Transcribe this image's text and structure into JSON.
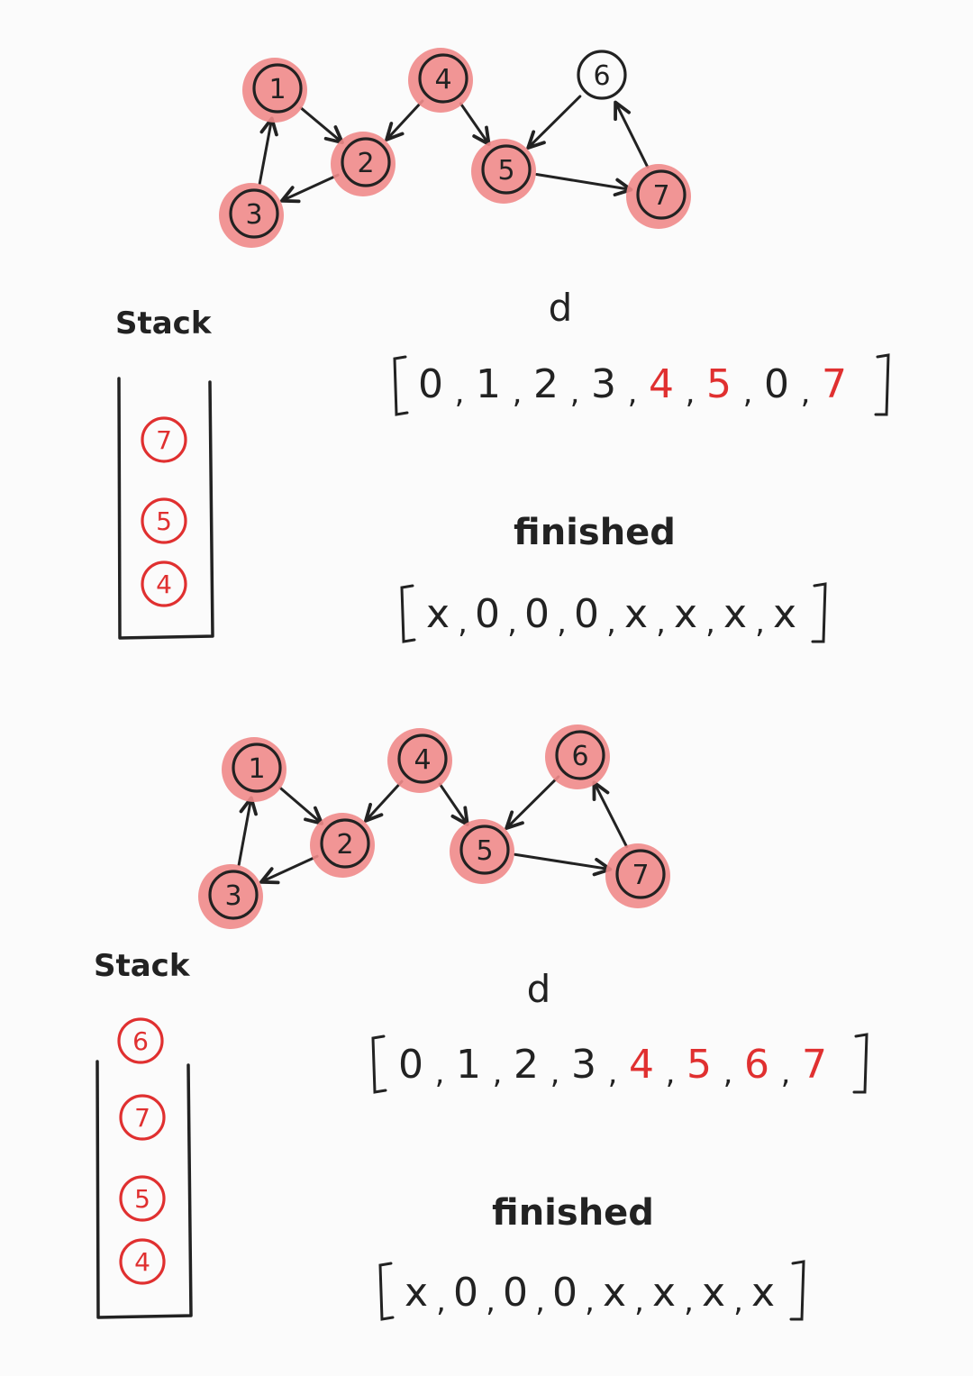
{
  "colors": {
    "ink": "#222222",
    "accent_red": "#e03030",
    "visited_fill": "#f08a8a",
    "background": "#fbfbfb"
  },
  "panels": [
    {
      "graph": {
        "nodes": [
          {
            "id": "1",
            "label": "1",
            "visited": true
          },
          {
            "id": "2",
            "label": "2",
            "visited": true
          },
          {
            "id": "3",
            "label": "3",
            "visited": true
          },
          {
            "id": "4",
            "label": "4",
            "visited": true
          },
          {
            "id": "5",
            "label": "5",
            "visited": true
          },
          {
            "id": "6",
            "label": "6",
            "visited": false
          },
          {
            "id": "7",
            "label": "7",
            "visited": true
          }
        ],
        "edges": [
          {
            "from": "1",
            "to": "2"
          },
          {
            "from": "2",
            "to": "3"
          },
          {
            "from": "3",
            "to": "1"
          },
          {
            "from": "4",
            "to": "2"
          },
          {
            "from": "4",
            "to": "5"
          },
          {
            "from": "6",
            "to": "5"
          },
          {
            "from": "5",
            "to": "7"
          },
          {
            "from": "7",
            "to": "6"
          }
        ]
      },
      "stack": {
        "title": "Stack",
        "items": [
          "7",
          "5",
          "4"
        ],
        "overflow_items": []
      },
      "d": {
        "label": "d",
        "values": [
          {
            "text": "0",
            "red": false
          },
          {
            "text": "1",
            "red": false
          },
          {
            "text": "2",
            "red": false
          },
          {
            "text": "3",
            "red": false
          },
          {
            "text": "4",
            "red": true
          },
          {
            "text": "5",
            "red": true
          },
          {
            "text": "0",
            "red": false
          },
          {
            "text": "7",
            "red": true
          }
        ]
      },
      "finished": {
        "label": "finished",
        "values": [
          "x",
          "0",
          "0",
          "0",
          "x",
          "x",
          "x",
          "x"
        ]
      }
    },
    {
      "graph": {
        "nodes": [
          {
            "id": "1",
            "label": "1",
            "visited": true
          },
          {
            "id": "2",
            "label": "2",
            "visited": true
          },
          {
            "id": "3",
            "label": "3",
            "visited": true
          },
          {
            "id": "4",
            "label": "4",
            "visited": true
          },
          {
            "id": "5",
            "label": "5",
            "visited": true
          },
          {
            "id": "6",
            "label": "6",
            "visited": true
          },
          {
            "id": "7",
            "label": "7",
            "visited": true
          }
        ],
        "edges": [
          {
            "from": "1",
            "to": "2"
          },
          {
            "from": "2",
            "to": "3"
          },
          {
            "from": "3",
            "to": "1"
          },
          {
            "from": "4",
            "to": "2"
          },
          {
            "from": "4",
            "to": "5"
          },
          {
            "from": "6",
            "to": "5"
          },
          {
            "from": "5",
            "to": "7"
          },
          {
            "from": "7",
            "to": "6"
          }
        ]
      },
      "stack": {
        "title": "Stack",
        "items": [
          "7",
          "5",
          "4"
        ],
        "overflow_items": [
          "6"
        ]
      },
      "d": {
        "label": "d",
        "values": [
          {
            "text": "0",
            "red": false
          },
          {
            "text": "1",
            "red": false
          },
          {
            "text": "2",
            "red": false
          },
          {
            "text": "3",
            "red": false
          },
          {
            "text": "4",
            "red": true
          },
          {
            "text": "5",
            "red": true
          },
          {
            "text": "6",
            "red": true
          },
          {
            "text": "7",
            "red": true
          }
        ]
      },
      "finished": {
        "label": "finished",
        "values": [
          "x",
          "0",
          "0",
          "0",
          "x",
          "x",
          "x",
          "x"
        ]
      }
    }
  ]
}
